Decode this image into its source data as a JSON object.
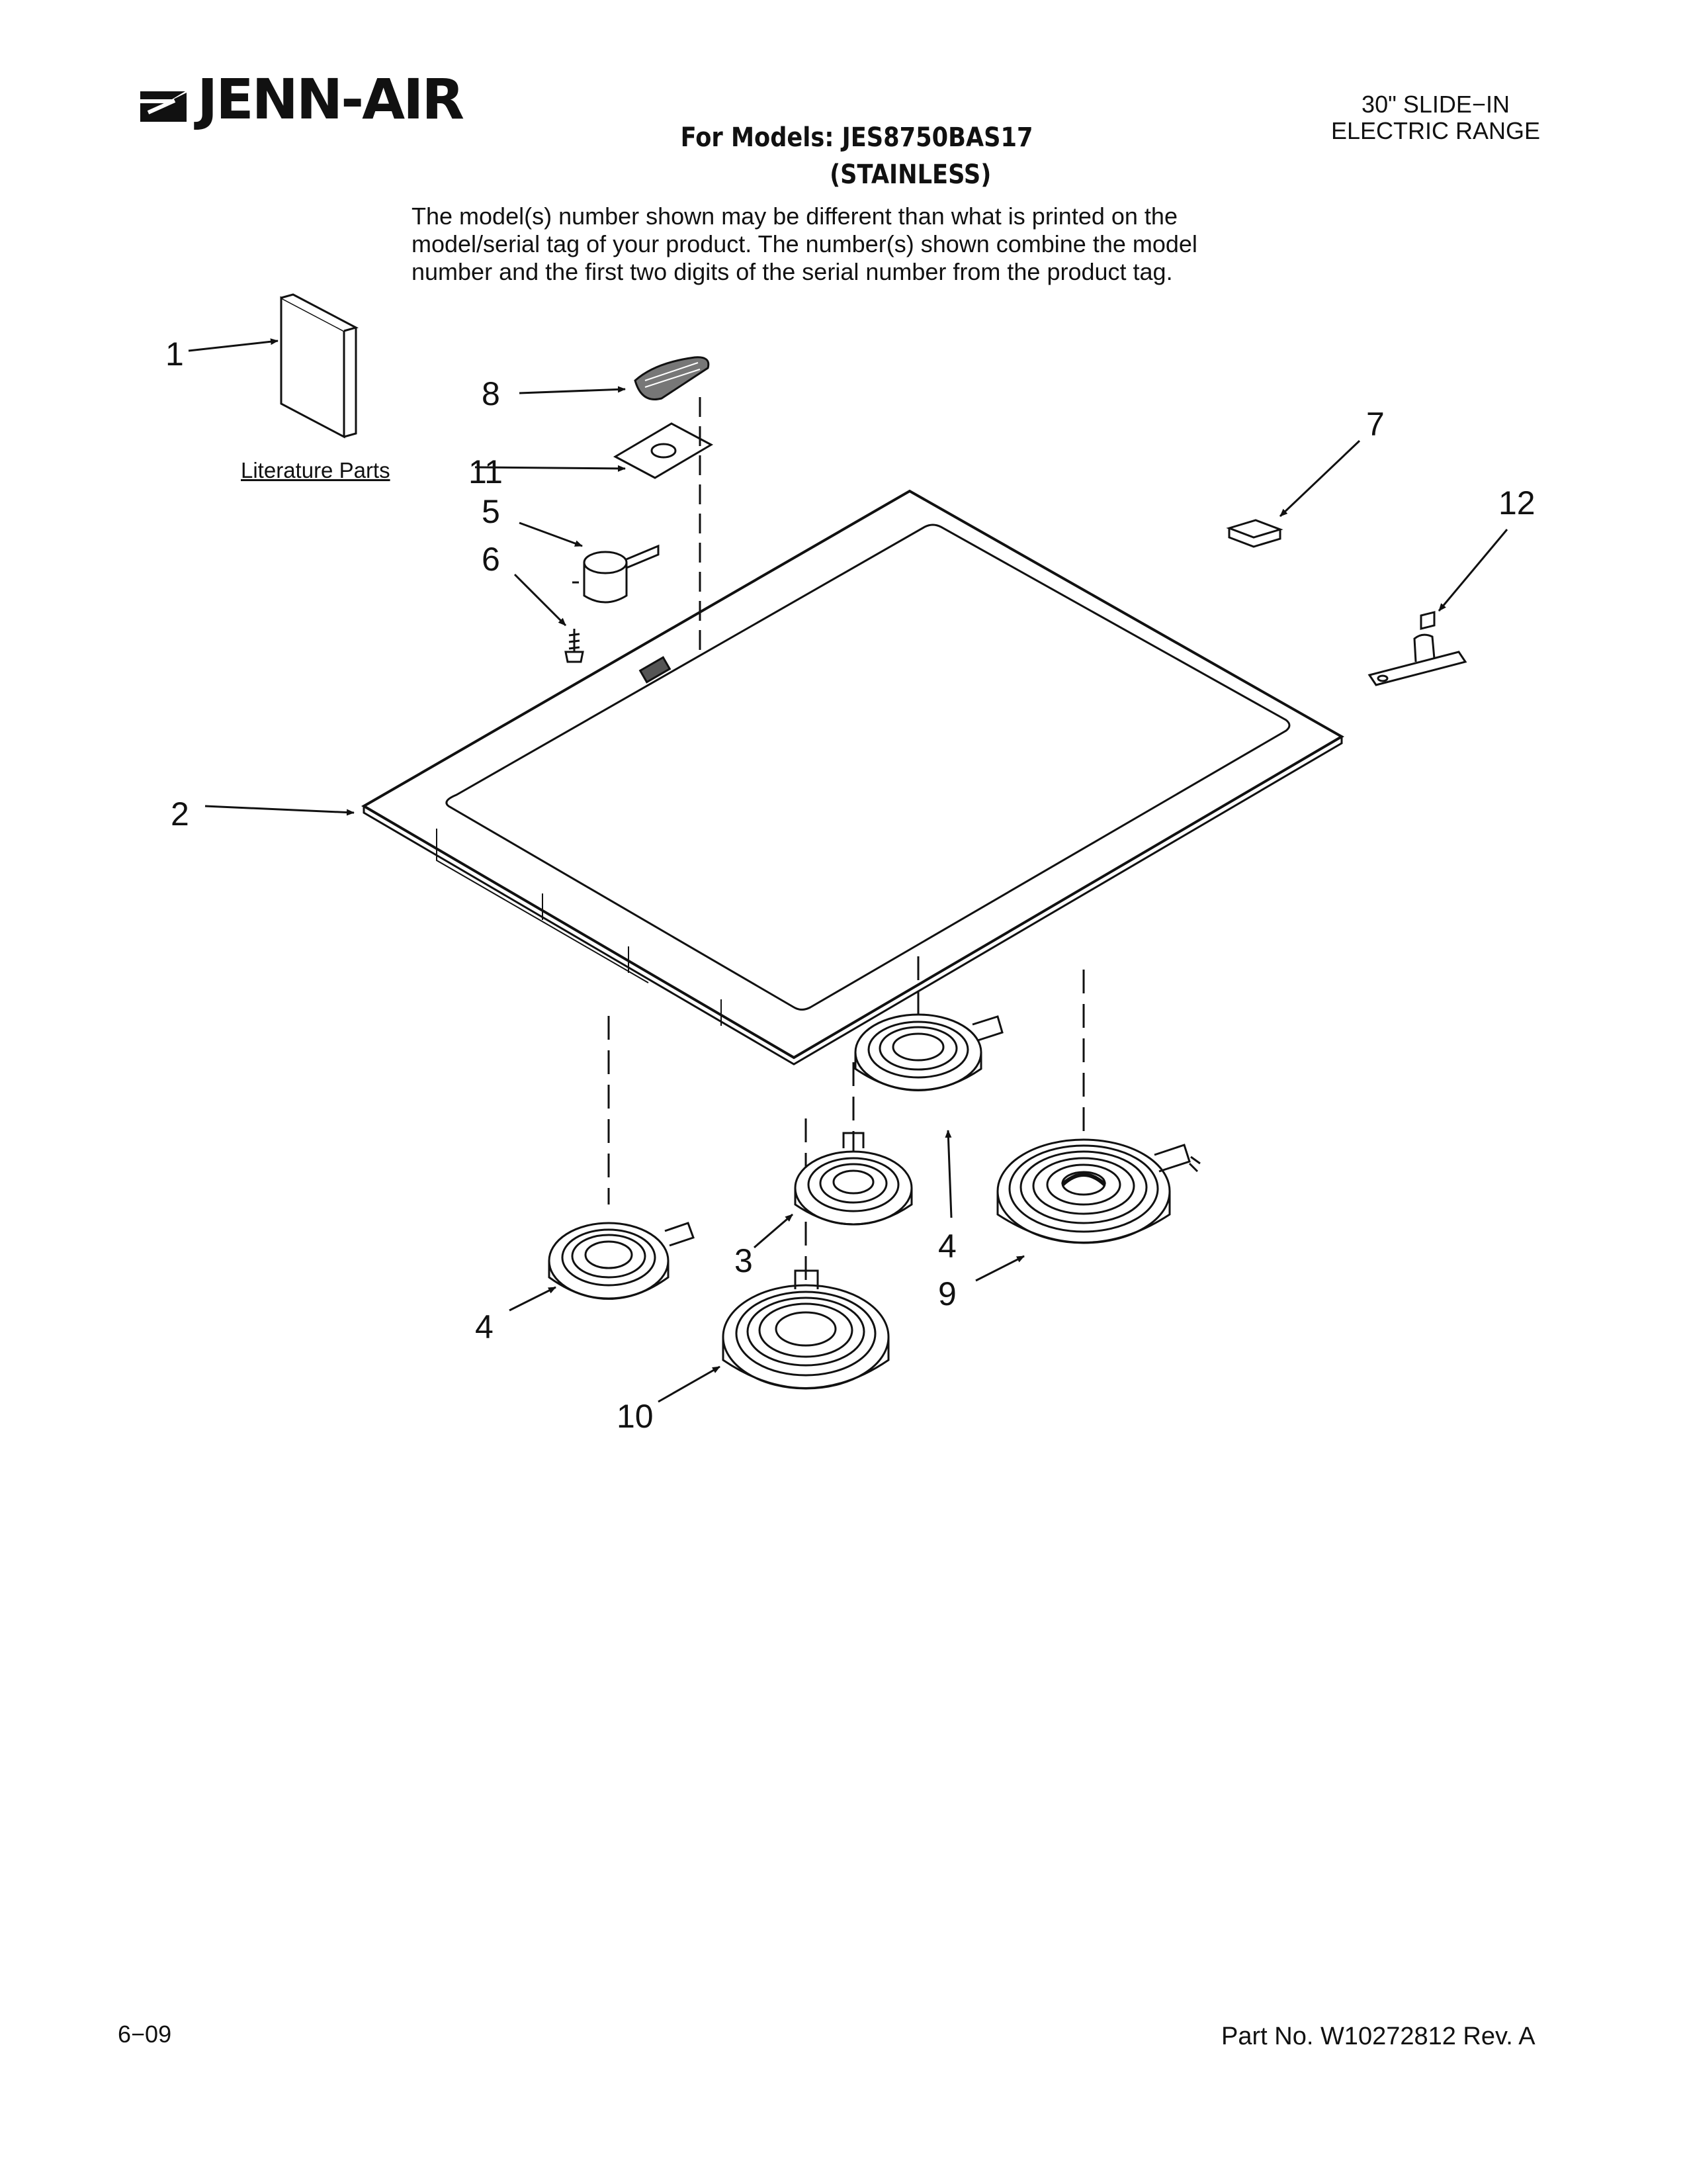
{
  "brand": {
    "name": "JENN-AIR"
  },
  "header": {
    "models_line": "For Models: JES8750BAS17",
    "finish_line": "(STAINLESS)",
    "range_line1": "30\" SLIDE−IN",
    "range_line2": "ELECTRIC RANGE"
  },
  "notice": {
    "line1": "The model(s) number shown may be different than what is printed on the",
    "line2": "model/serial tag of your product. The number(s) shown combine the model",
    "line3": "number and the first two digits of the serial number from the product tag."
  },
  "diagram": {
    "literature_label": "Literature Parts",
    "callouts": [
      "1",
      "2",
      "3",
      "4",
      "4",
      "5",
      "6",
      "7",
      "8",
      "9",
      "10",
      "11",
      "12"
    ]
  },
  "footer": {
    "date": "6−09",
    "part_number": "Part No. W10272812 Rev. A"
  }
}
